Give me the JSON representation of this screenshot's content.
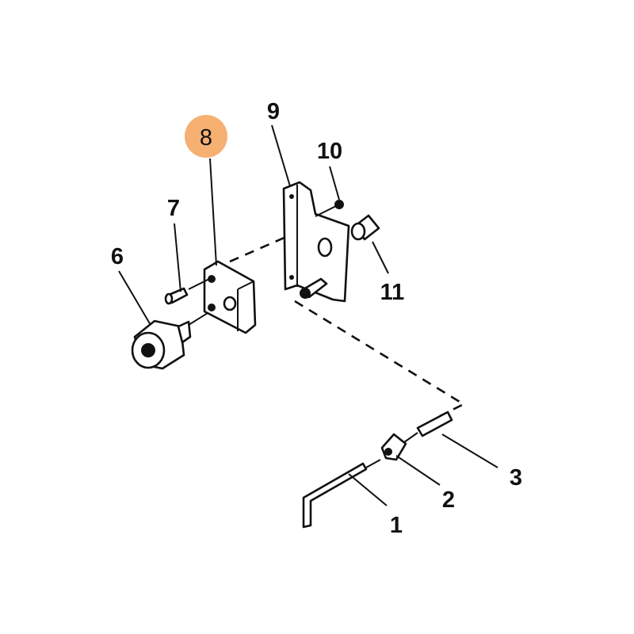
{
  "diagram": {
    "highlight_color": "#F5B072",
    "highlighted_part": "8",
    "callouts": [
      {
        "id": "1",
        "label": "1"
      },
      {
        "id": "2",
        "label": "2"
      },
      {
        "id": "3",
        "label": "3"
      },
      {
        "id": "6",
        "label": "6"
      },
      {
        "id": "7",
        "label": "7"
      },
      {
        "id": "8",
        "label": "8"
      },
      {
        "id": "9",
        "label": "9"
      },
      {
        "id": "10",
        "label": "10"
      },
      {
        "id": "11",
        "label": "11"
      }
    ]
  }
}
